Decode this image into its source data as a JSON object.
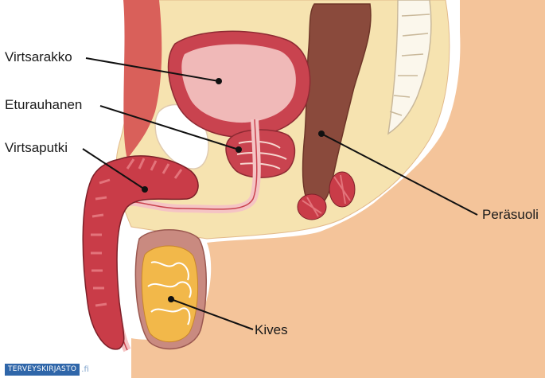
{
  "labels": {
    "virtsarakko": "Virtsarakko",
    "eturauhanen": "Eturauhanen",
    "virtsaputki": "Virtsaputki",
    "perasuoli": "Peräsuoli",
    "kives": "Kives"
  },
  "logo": {
    "name": "TERVEYSKIRJASTO",
    "suffix": ".fi"
  },
  "colors": {
    "skin": "#f4c49a",
    "fat": "#f6e3b0",
    "bladder_wall": "#c9434f",
    "bladder_inner": "#f0b9b8",
    "rectum": "#8a4a3c",
    "muscle": "#c93c48",
    "bone": "#ffffff",
    "testis": "#f2b84a"
  }
}
